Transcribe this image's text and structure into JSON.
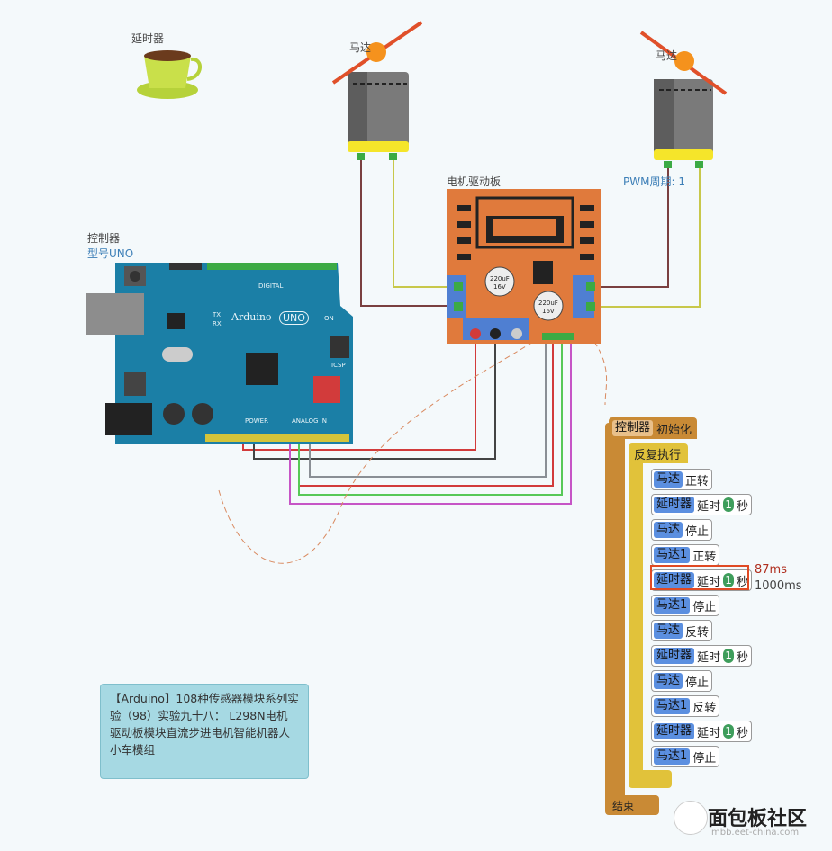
{
  "labels": {
    "timer": "延时器",
    "motor_left": "马达",
    "motor_right": "马达",
    "board": "电机驱动板",
    "pwm": "PWM周期: 1",
    "controller": "控制器",
    "controller_model": "型号UNO"
  },
  "uno": {
    "brand": "Arduino",
    "model": "UNO",
    "digital": "DIGITAL",
    "power": "POWER",
    "analog": "ANALOG IN",
    "icsp": "ICSP",
    "tx": "TX",
    "rx": "RX",
    "on": "ON"
  },
  "driver": {
    "cap1": "220uF",
    "cap1v": "16V",
    "cap2": "220uF",
    "cap2v": "16V"
  },
  "program": {
    "init_tag": "控制器",
    "init_text": "初始化",
    "loop": "反复执行",
    "end": "结束",
    "statements": [
      {
        "tag": "马达",
        "text": "正转"
      },
      {
        "tag": "延时器",
        "text": "延时",
        "num": "1",
        "unit": "秒"
      },
      {
        "tag": "马达",
        "text": "停止"
      },
      {
        "tag": "马达1",
        "text": "正转"
      },
      {
        "tag": "延时器",
        "text": "延时",
        "num": "1",
        "unit": "秒"
      },
      {
        "tag": "马达1",
        "text": "停止"
      },
      {
        "tag": "马达",
        "text": "反转"
      },
      {
        "tag": "延时器",
        "text": "延时",
        "num": "1",
        "unit": "秒"
      },
      {
        "tag": "马达",
        "text": "停止"
      },
      {
        "tag": "马达1",
        "text": "反转"
      },
      {
        "tag": "延时器",
        "text": "延时",
        "num": "1",
        "unit": "秒"
      },
      {
        "tag": "马达1",
        "text": "停止"
      }
    ],
    "timing_a": "87ms",
    "timing_b": "1000ms"
  },
  "note": {
    "text": "【Arduino】108种传感器模块系列实验（98）实验九十八： L298N电机驱动板模块直流步进电机智能机器人小车模组"
  },
  "watermark": {
    "text": "面包板社区",
    "url": "mbb.eet-china.com"
  },
  "colors": {
    "uno_blue": "#1b7fa6",
    "driver_orange": "#e07a3c",
    "motor_gray": "#7a7a7a",
    "block_brown": "#c98a35",
    "block_yellow": "#e1c23a",
    "tag_blue": "#5b8fe0",
    "highlight_red": "#e04a24"
  }
}
